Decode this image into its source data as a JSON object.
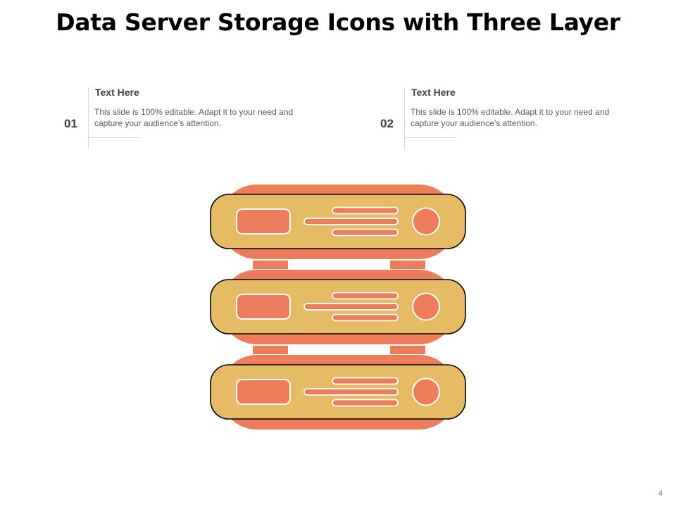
{
  "slide": {
    "title": "Data Server Storage Icons with Three Layer",
    "page_number": "4"
  },
  "callouts": [
    {
      "number": "01",
      "heading": "Text Here",
      "body": "This slide is 100% editable. Adapt it to your need and capture your audience’s attention."
    },
    {
      "number": "02",
      "heading": "Text Here",
      "body": "This slide is 100% editable. Adapt it to your need and capture your audience’s attention."
    }
  ],
  "colors": {
    "coral": "#ED7D5A",
    "panel": "#E5BB66",
    "outline": "#000000",
    "inner_stroke": "#ffffff"
  },
  "server": {
    "layers": 3,
    "icon": "server-stack-icon"
  }
}
